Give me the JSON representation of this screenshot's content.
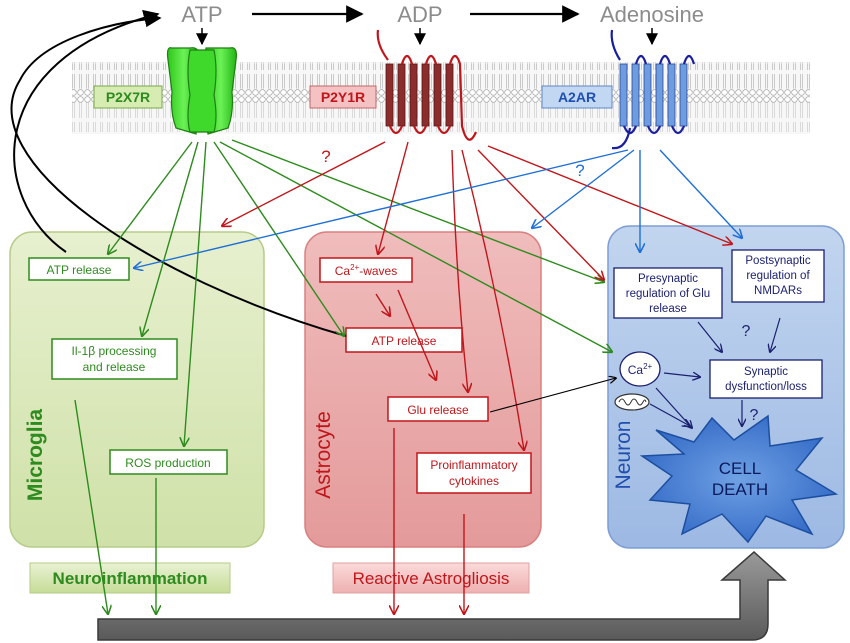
{
  "molecules": {
    "atp": "ATP",
    "adp": "ADP",
    "adenosine": "Adenosine"
  },
  "receptors": {
    "p2x7r": "P2X7R",
    "p2y1r": "P2Y1R",
    "a2ar": "A2AR"
  },
  "cells": {
    "microglia": "Microglia",
    "astrocyte": "Astrocyte",
    "neuron": "Neuron"
  },
  "microglia_boxes": {
    "atp_release": "ATP release",
    "il1b_line1": "Il-1β processing",
    "il1b_line2": "and release",
    "ros": "ROS production"
  },
  "astrocyte_boxes": {
    "ca_waves_base": "Ca",
    "ca_waves_sup": "2+",
    "ca_waves_suffix": "-waves",
    "atp_release": "ATP release",
    "glu_release": "Glu release",
    "cytokines_line1": "Proinflammatory",
    "cytokines_line2": "cytokines"
  },
  "neuron_boxes": {
    "presyn_line1": "Presynaptic",
    "presyn_line2": "regulation of Glu",
    "presyn_line3": "release",
    "postsyn_line1": "Postsynaptic",
    "postsyn_line2": "regulation of",
    "postsyn_line3": "NMDARs",
    "synaptic_line1": "Synaptic",
    "synaptic_line2": "dysfunction/loss",
    "ca_base": "Ca",
    "ca_sup": "2+",
    "cell_death_line1": "CELL",
    "cell_death_line2": "DEATH"
  },
  "outcomes": {
    "neuroinflammation": "Neuroinflammation",
    "astrogliosis": "Reactive Astrogliosis"
  },
  "question_mark": "?",
  "colors": {
    "green": "#2e8b1e",
    "red": "#c0161b",
    "blue": "#1f6fd6",
    "navy": "#1a1f6e",
    "microglia_fill": "#d6e6b2",
    "astrocyte_fill": "#e8a2a2",
    "neuron_fill": "#a9c2e6"
  }
}
